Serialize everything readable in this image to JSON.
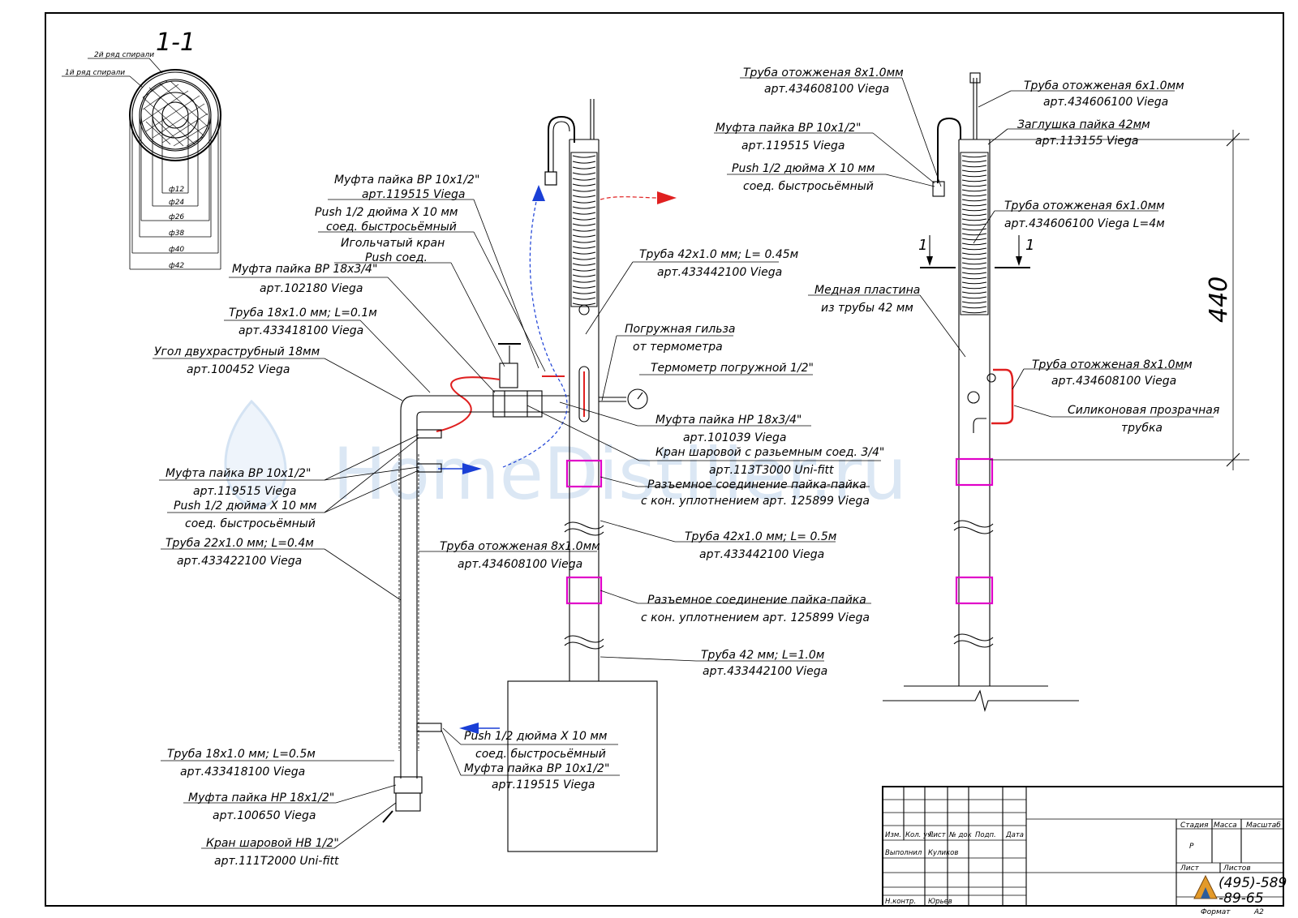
{
  "section": {
    "title": "1-1",
    "row2": "2й ряд спирали",
    "row1": "1й ряд спирали",
    "dims": [
      "ф12",
      "ф24",
      "ф26",
      "ф38",
      "ф40",
      "ф42"
    ]
  },
  "left_callouts": [
    {
      "l1": "Муфта пайка ВР 10x1/2\"",
      "l2": "арт.119515 Viega"
    },
    {
      "l1": "Push 1/2 дюйма X 10 мм",
      "l2": "соед. быстросьёмный"
    },
    {
      "l1": "Игольчатый кран",
      "l2": "Push соед."
    },
    {
      "l1": "Муфта пайка ВР 18x3/4\"",
      "l2": "арт.102180 Viega"
    },
    {
      "l1": "Труба 18x1.0 мм; L=0.1м",
      "l2": "арт.433418100 Viega"
    },
    {
      "l1": "Угол двухраструбный 18мм",
      "l2": "арт.100452 Viega"
    },
    {
      "l1": "Муфта пайка ВР 10x1/2\"",
      "l2": "арт.119515 Viega"
    },
    {
      "l1": "Push 1/2 дюйма X 10 мм",
      "l2": "соед. быстросьёмный"
    },
    {
      "l1": "Труба 22x1.0 мм; L=0.4м",
      "l2": "арт.433422100 Viega"
    },
    {
      "l1": "Труба 18x1.0 мм; L=0.5м",
      "l2": "арт.433418100 Viega"
    },
    {
      "l1": "Муфта пайка НР 18x1/2\"",
      "l2": "арт.100650 Viega"
    },
    {
      "l1": "Кран шаровой НВ 1/2\"",
      "l2": "арт.111Т2000 Uni-fitt"
    }
  ],
  "center_callouts": [
    {
      "l1": "Труба 42x1.0 мм; L= 0.45м",
      "l2": "арт.433442100 Viega"
    },
    {
      "l1": "Погружная гильза",
      "l2": "от термометра"
    },
    {
      "l1": "Термометр погружной 1/2\"",
      "l2": ""
    },
    {
      "l1": "Муфта пайка НР 18x3/4\"",
      "l2": "арт.101039 Viega"
    },
    {
      "l1": "Кран шаровой с разьемным соед. 3/4\"",
      "l2": "арт.113Т3000 Uni-fitt"
    },
    {
      "l1": "Разъемное соединение пайка-пайка",
      "l2": "с кон. уплотнением арт. 125899 Viega"
    },
    {
      "l1": "Труба 42x1.0 мм; L= 0.5м",
      "l2": "арт.433442100 Viega"
    },
    {
      "l1": "Труба отожженая 8x1.0мм",
      "l2": "арт.434608100 Viega"
    },
    {
      "l1": "Разъемное соединение пайка-пайка",
      "l2": "с кон. уплотнением арт. 125899 Viega"
    },
    {
      "l1": "Труба 42 мм; L=1.0м",
      "l2": "арт.433442100 Viega"
    },
    {
      "l1": "Push 1/2 дюйма X 10 мм",
      "l2": "соед. быстросьёмный"
    },
    {
      "l1": "Муфта пайка ВР 10x1/2\"",
      "l2": "арт.119515 Viega"
    }
  ],
  "right_callouts": [
    {
      "l1": "Труба отожженая 8x1.0мм",
      "l2": "арт.434608100 Viega"
    },
    {
      "l1": "Труба отожженая 6x1.0мм",
      "l2": "арт.434606100 Viega"
    },
    {
      "l1": "Муфта пайка ВР 10x1/2\"",
      "l2": "арт.119515 Viega"
    },
    {
      "l1": "Заглушка пайка 42мм",
      "l2": "арт.113155 Viega"
    },
    {
      "l1": "Push 1/2 дюйма X 10 мм",
      "l2": "соед. быстросьёмный"
    },
    {
      "l1": "Труба отожженая 6x1.0мм",
      "l2": "арт.434606100 Viega L=4м"
    },
    {
      "l1": "Медная пластина",
      "l2": "из трубы 42 мм"
    },
    {
      "l1": "Труба отожженая 8x1.0мм",
      "l2": "арт.434608100 Viega"
    },
    {
      "l1": "Силиконовая прозрачная",
      "l2": "трубка"
    }
  ],
  "section_mark": "1",
  "dimension": "440",
  "watermark": "HomeDistiller.ru",
  "title_block": {
    "cols": [
      "Изм.",
      "Кол. уч.",
      "Лист",
      "№ док",
      "Подп.",
      "Дата"
    ],
    "performed": "Выполнил",
    "performer": "Куликов",
    "checked": "Н.контр.",
    "checker": "Юрьев",
    "stage": "Стадия",
    "mass": "Масса",
    "scale": "Масштаб",
    "stage_value": "Р",
    "sheet": "Лист",
    "sheets": "Листов",
    "phone1": "(495)-589",
    "phone2": "-89-65",
    "format": "Формат",
    "format_value": "А2"
  },
  "colors": {
    "hot": "#e02020",
    "cold": "#1a3fd6",
    "union": "#e000c8",
    "watermark": "#d4e3f3"
  }
}
